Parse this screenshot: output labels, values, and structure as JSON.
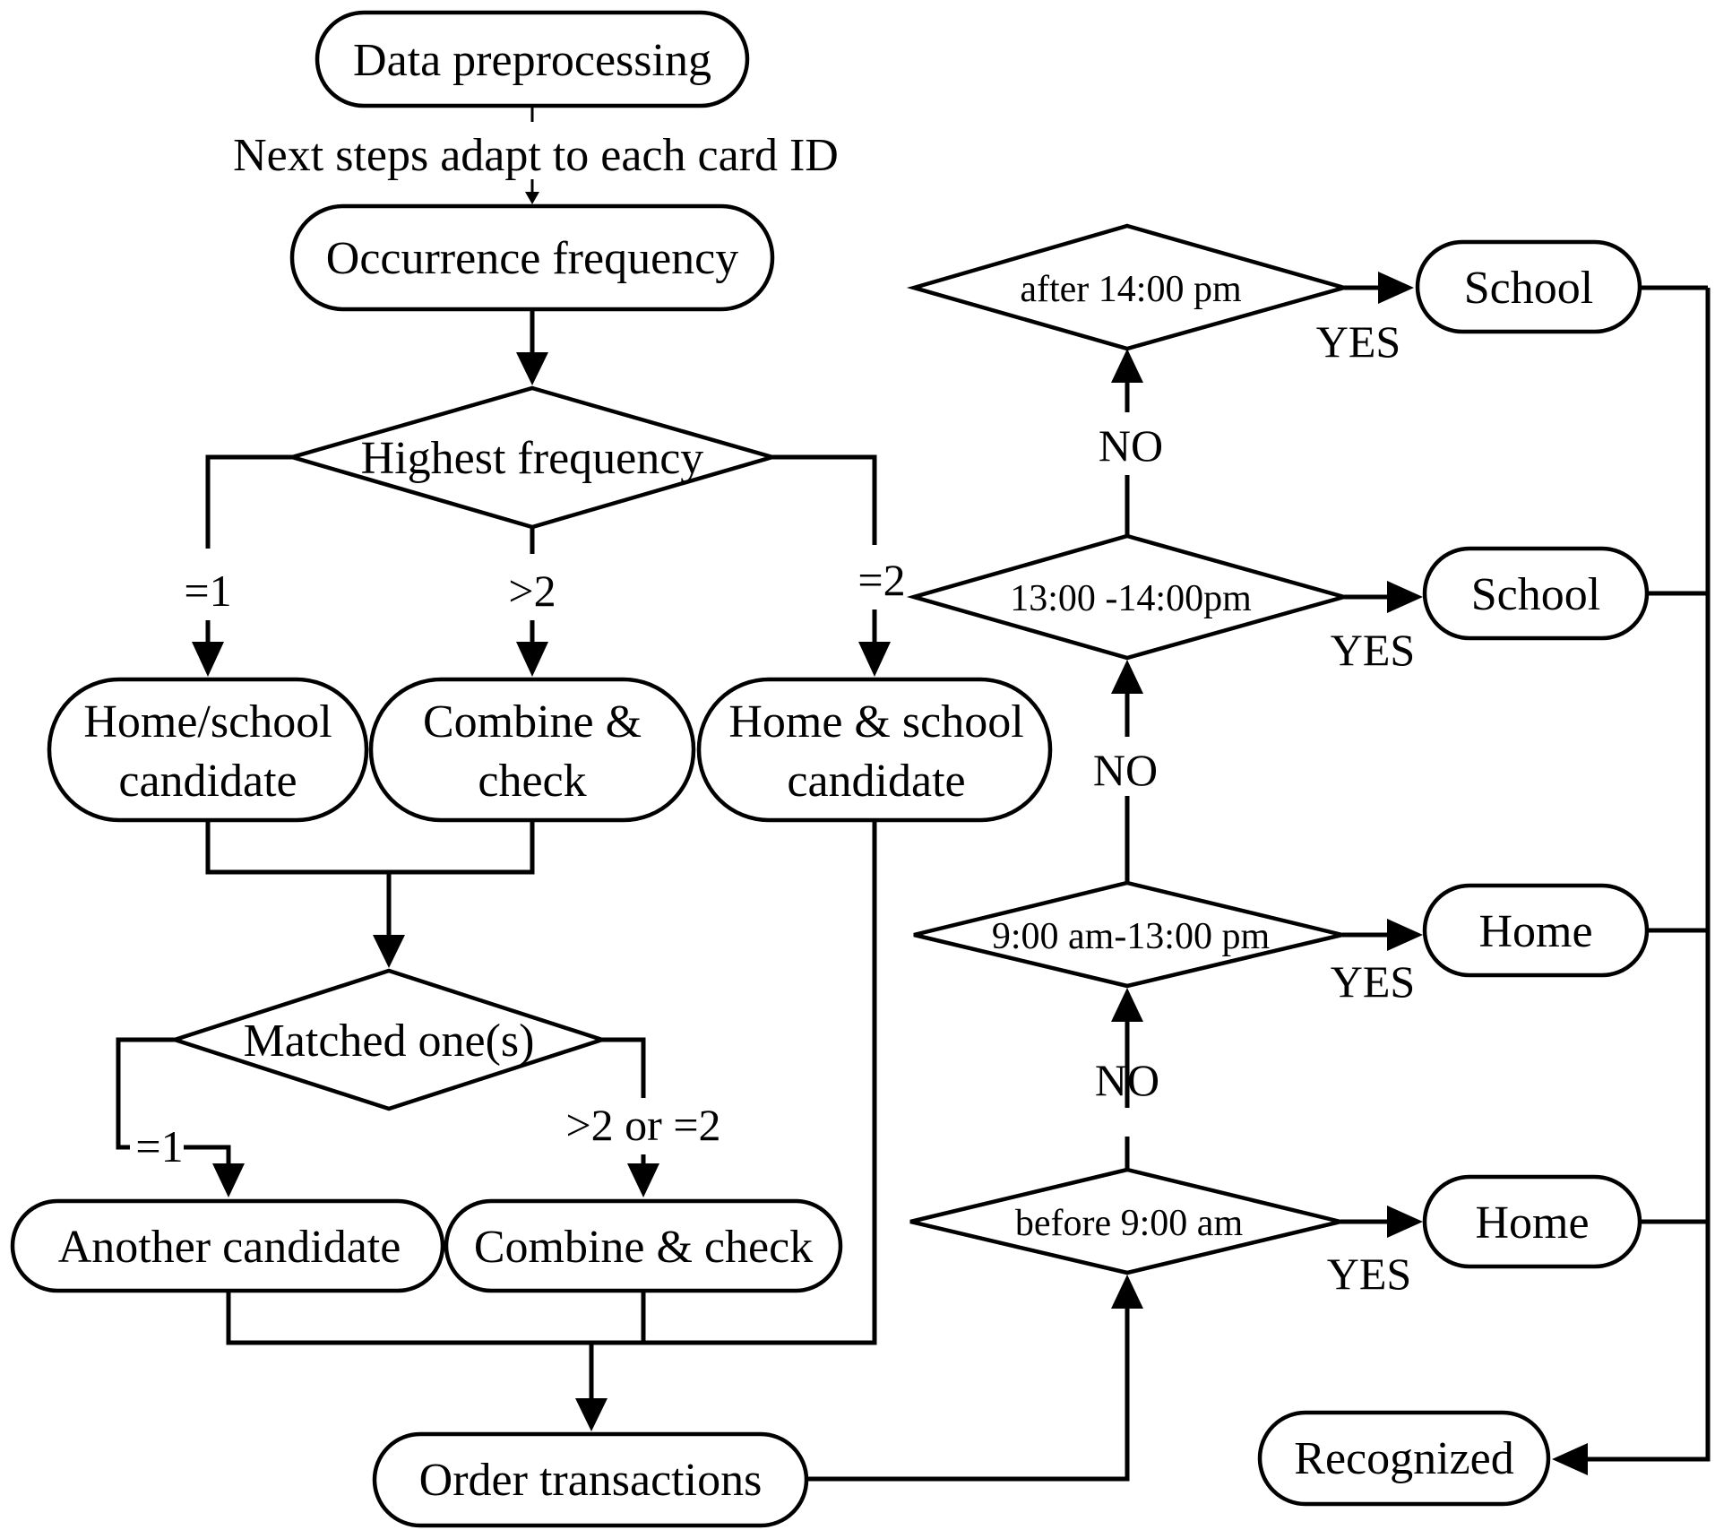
{
  "nodes": {
    "data_preprocessing": "Data preprocessing",
    "note_each_card": "Next steps adapt to each card ID",
    "occurrence_frequency": "Occurrence frequency",
    "highest_frequency": "Highest frequency",
    "home_school_candidate_line1": "Home/school",
    "home_school_candidate_line2": "candidate",
    "combine_check_top_line1": "Combine &",
    "combine_check_top_line2": "check",
    "home_and_school_candidate_line1": "Home & school",
    "home_and_school_candidate_line2": "candidate",
    "matched_ones": "Matched one(s)",
    "another_candidate": "Another candidate",
    "combine_check_bottom": "Combine & check",
    "order_transactions": "Order transactions",
    "after_14": "after 14:00 pm",
    "t13_14": "13:00 -14:00pm",
    "t9_13": "9:00 am-13:00 pm",
    "before_9": "before 9:00 am",
    "school_1": "School",
    "school_2": "School",
    "home_1": "Home",
    "home_2": "Home",
    "recognized": "Recognized"
  },
  "edge_labels": {
    "eq1_top": "=1",
    "gt2_top": ">2",
    "eq2_top": "=2",
    "eq1_bottom": "=1",
    "gt2_or_eq2": ">2 or =2",
    "yes_1": "YES",
    "yes_2": "YES",
    "yes_3": "YES",
    "yes_4": "YES",
    "no_1": "NO",
    "no_2": "NO",
    "no_3": "NO"
  }
}
